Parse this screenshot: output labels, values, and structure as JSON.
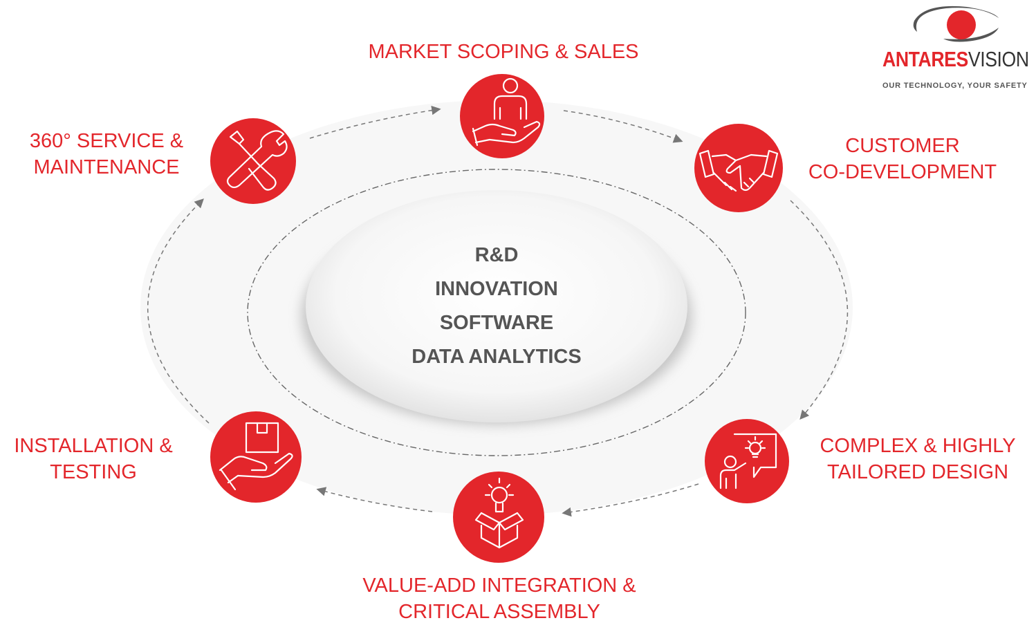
{
  "core": {
    "lines": [
      "R&D",
      "INNOVATION",
      "SOFTWARE",
      "DATA ANALYTICS"
    ]
  },
  "stages": [
    {
      "id": "market-scoping",
      "icon": "person-in-hand-icon",
      "lines": [
        "MARKET SCOPING & SALES"
      ]
    },
    {
      "id": "customer-codevelopment",
      "icon": "handshake-icon",
      "lines": [
        "CUSTOMER",
        "CO-DEVELOPMENT"
      ]
    },
    {
      "id": "tailored-design",
      "icon": "presenter-idea-icon",
      "lines": [
        "COMPLEX & HIGHLY",
        "TAILORED DESIGN"
      ]
    },
    {
      "id": "integration-assembly",
      "icon": "lightbulb-box-icon",
      "lines": [
        "VALUE-ADD INTEGRATION &",
        "CRITICAL ASSEMBLY"
      ]
    },
    {
      "id": "installation-testing",
      "icon": "package-in-hand-icon",
      "lines": [
        "INSTALLATION &",
        "TESTING"
      ]
    },
    {
      "id": "service-maintenance",
      "icon": "wrench-screwdriver-icon",
      "lines": [
        "360° SERVICE &",
        "MAINTENANCE"
      ]
    }
  ],
  "brand": {
    "name_part1": "ANTARES",
    "name_part2": "VISION",
    "tagline": "OUR TECHNOLOGY, YOUR SAFETY"
  },
  "colors": {
    "accent": "#e3262b",
    "core_text": "#555555",
    "ring_fill": "#f7f7f7",
    "dashed_line": "#777777"
  }
}
